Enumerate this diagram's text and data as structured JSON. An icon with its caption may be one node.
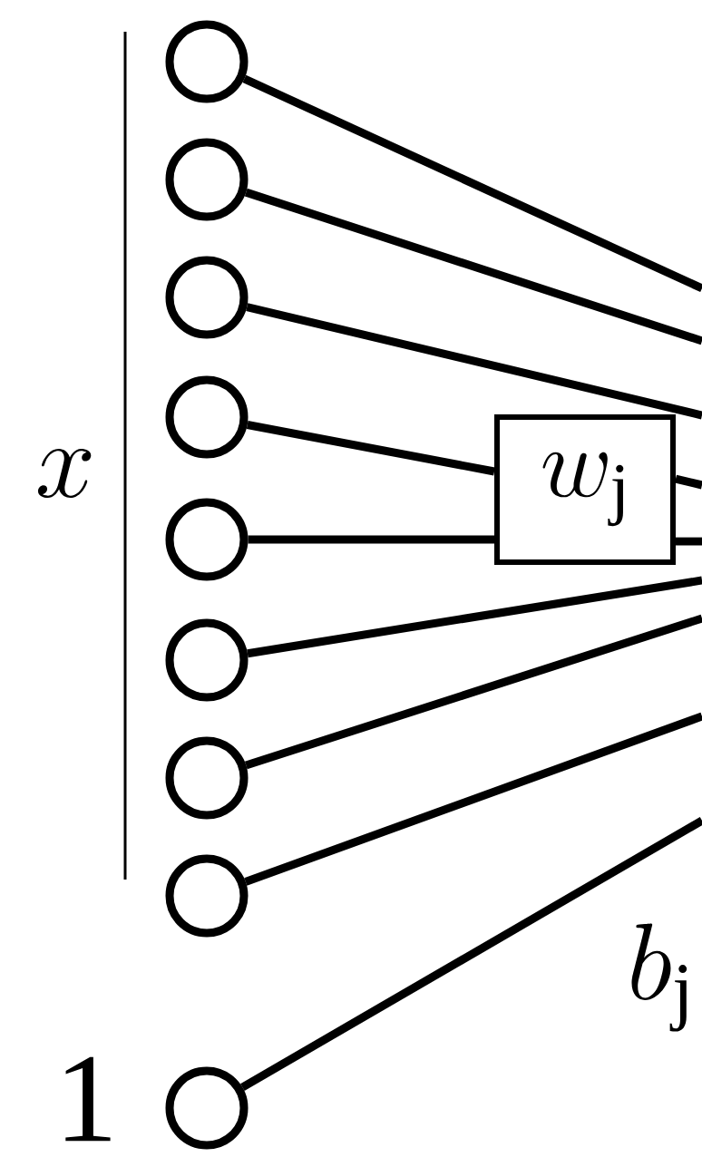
{
  "diagram": {
    "nodes": [
      {
        "text": [],
        "shape": "circle"
      },
      {
        "text": [],
        "shape": "circle"
      },
      {
        "text": [],
        "shape": "circle"
      },
      {
        "text": [],
        "shape": "circle"
      },
      {
        "text": [],
        "shape": "circle"
      },
      {
        "text": [],
        "shape": "circle"
      },
      {
        "text": [],
        "shape": "circle"
      },
      {
        "text": [],
        "shape": "circle"
      },
      {
        "text": [],
        "shape": "circle"
      },
      {
        "text": [
          "w_{\\mathrm{j}}"
        ]
      }
    ],
    "edges": [
      {
        "from": 0,
        "to": null,
        "arrow": "none"
      },
      {
        "from": 1,
        "to": null,
        "arrow": "none"
      },
      {
        "from": 2,
        "to": null,
        "arrow": "none"
      },
      {
        "from": 3,
        "to": 9,
        "arrow": "none"
      },
      {
        "from": 9,
        "to": null,
        "arrow": "none"
      },
      {
        "from": 4,
        "to": 9,
        "arrow": "none"
      },
      {
        "from": 9,
        "to": null,
        "arrow": "none"
      },
      {
        "from": 5,
        "to": null,
        "arrow": "none"
      },
      {
        "from": 6,
        "to": null,
        "arrow": "none"
      },
      {
        "from": 7,
        "to": null,
        "arrow": "none"
      },
      {
        "from": 8,
        "to": null,
        "arrow": "none"
      }
    ],
    "labels": [
      "x",
      "b_{\\mathrm{j}}",
      "1"
    ]
  }
}
